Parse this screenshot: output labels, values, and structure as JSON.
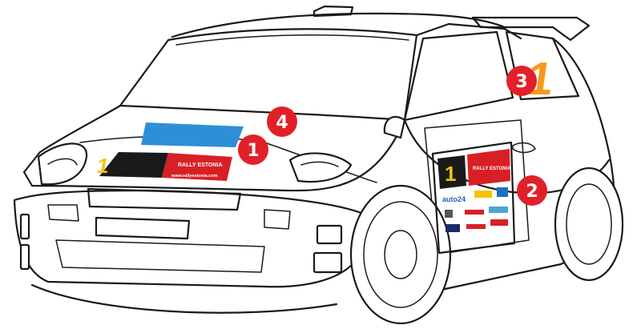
{
  "diagram": {
    "colors": {
      "marker_red": "#e2202a",
      "hood_blue": "#2e8fd8",
      "plate_black": "#1a1a1a",
      "plate_yellow": "#f2c400",
      "plate_red": "#d91f26",
      "window_number_orange": "#f39a1e",
      "outline": "#1a1a1a"
    },
    "markers": [
      {
        "label": "1"
      },
      {
        "label": "2"
      },
      {
        "label": "3"
      },
      {
        "label": "4"
      }
    ],
    "hood_plate": {
      "number": "1",
      "url_text": "www.rallyestonia.com",
      "logo_text": "RALLY ESTONIA"
    },
    "door_plate": {
      "number": "1",
      "logo_text": "RALLY ESTONIA",
      "sponsor_1": "auto24"
    },
    "window_number": "1"
  }
}
